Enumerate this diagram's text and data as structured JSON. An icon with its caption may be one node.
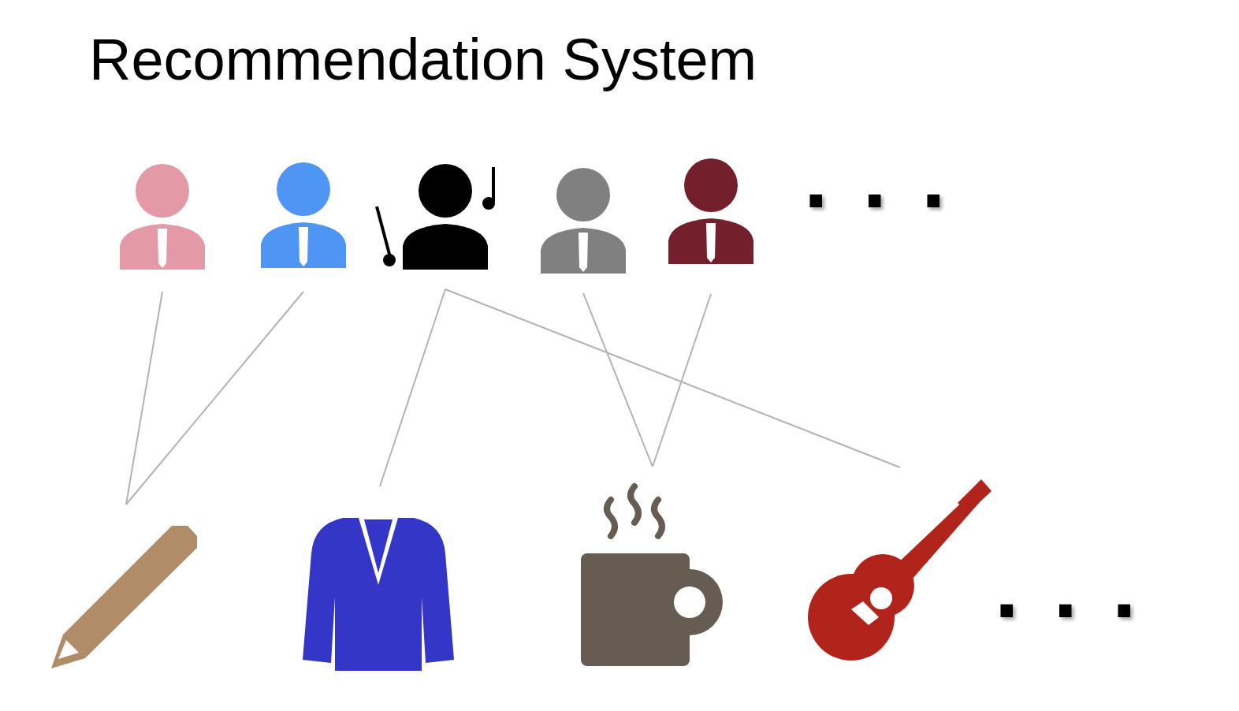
{
  "diagram": {
    "title": "Recommendation System",
    "nodes": [
      {
        "text": [],
        "shape": "person"
      },
      {
        "text": [],
        "shape": "person"
      },
      {
        "text": [],
        "shape": "person"
      },
      {
        "text": [],
        "shape": "person"
      },
      {
        "text": [],
        "shape": "person"
      },
      {
        "text": [],
        "shape": "picture"
      },
      {
        "text": [],
        "shape": "picture"
      },
      {
        "text": [],
        "shape": "picture"
      },
      {
        "text": [],
        "shape": "picture"
      }
    ],
    "edges": [
      {
        "from": 0,
        "to": 5,
        "arrow": "none"
      },
      {
        "from": 1,
        "to": 5,
        "arrow": "none"
      },
      {
        "from": 2,
        "to": 6,
        "arrow": "none"
      },
      {
        "from": 2,
        "to": 8,
        "arrow": "none"
      },
      {
        "from": 3,
        "to": 7,
        "arrow": "none"
      },
      {
        "from": 4,
        "to": 7,
        "arrow": "none"
      }
    ],
    "labels": [
      "...",
      "..."
    ]
  }
}
